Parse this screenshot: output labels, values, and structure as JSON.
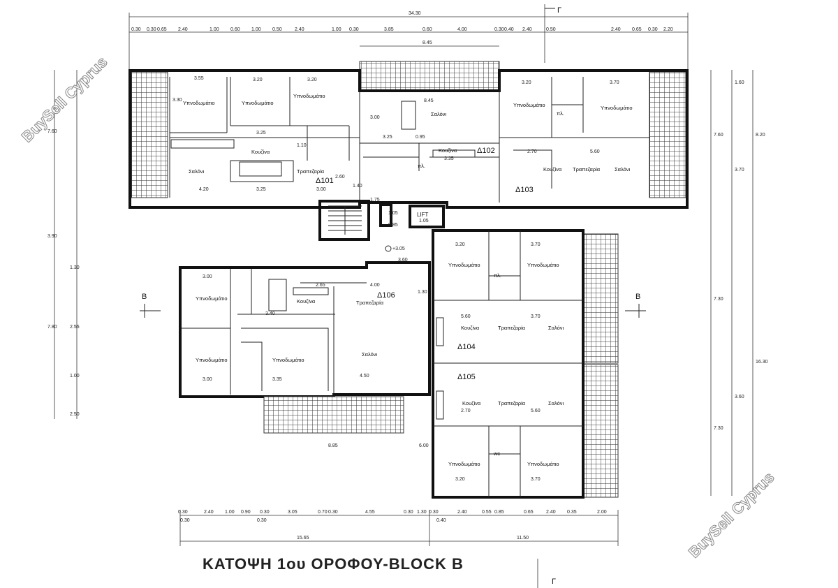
{
  "title": "ΚΑΤΟΨΗ 1ου ΟΡΟΦΟΥ-BLOCK B",
  "watermark": "BuySell Cyprus",
  "lift_label": "LIFT",
  "section_markers": {
    "left": "B",
    "right": "B",
    "top": "Γ",
    "bottom": "Γ"
  },
  "units": [
    "Δ101",
    "Δ102",
    "Δ103",
    "Δ104",
    "Δ105",
    "Δ106"
  ],
  "rooms": {
    "bedroom": "Υπνοδωμάτιο",
    "living": "Σαλόνι",
    "kitchen": "Κουζίνα",
    "dining": "Τραπεζαρία",
    "wc": "πλ.",
    "wc2": "wc"
  },
  "top_dims": [
    "34.30",
    "0.30",
    "0.30",
    "0.65",
    "2.40",
    "1.00",
    "0.60",
    "1.00",
    "0.50",
    "2.40",
    "1.00",
    "0.30",
    "3.85",
    "0.60",
    "4.00",
    "0.30",
    "0.40",
    "2.40",
    "0.50",
    "2.40",
    "0.65",
    "0.30",
    "2.20",
    "8.45"
  ],
  "bottom_dims": [
    "0.30",
    "2.40",
    "1.00",
    "0.90",
    "0.30",
    "3.05",
    "0.70",
    "0.30",
    "4.55",
    "0.30",
    "1.30",
    "0.30",
    "2.40",
    "0.55",
    "0.85",
    "0.65",
    "2.40",
    "0.35",
    "2.00",
    "0.30",
    "0.30",
    "0.40",
    "15.65",
    "11.50"
  ],
  "left_dims": [
    "7.60",
    "3.90",
    "7.80",
    "2.55",
    "2.50",
    "1.00",
    "1.30"
  ],
  "right_dims": [
    "7.60",
    "8.20",
    "1.60",
    "16.30",
    "7.30",
    "7.30",
    "3.70",
    "3.60"
  ],
  "interior_dims": [
    "3.55",
    "3.20",
    "3.20",
    "3.25",
    "3.30",
    "1.10",
    "4.20",
    "3.25",
    "3.00",
    "2.60",
    "8.45",
    "3.00",
    "0.95",
    "3.25",
    "3.35",
    "1.40",
    "3.20",
    "3.70",
    "2.70",
    "5.60",
    "1.75",
    "1.05",
    "0.85",
    "3.20",
    "3.70",
    "3.70",
    "5.60",
    "2.70",
    "5.60",
    "3.20",
    "3.70",
    "3.00",
    "3.40",
    "3.00",
    "3.35",
    "4.50",
    "4.00",
    "2.65",
    "8.85",
    "1.30",
    "3.60",
    "+3.05",
    "6.00"
  ]
}
